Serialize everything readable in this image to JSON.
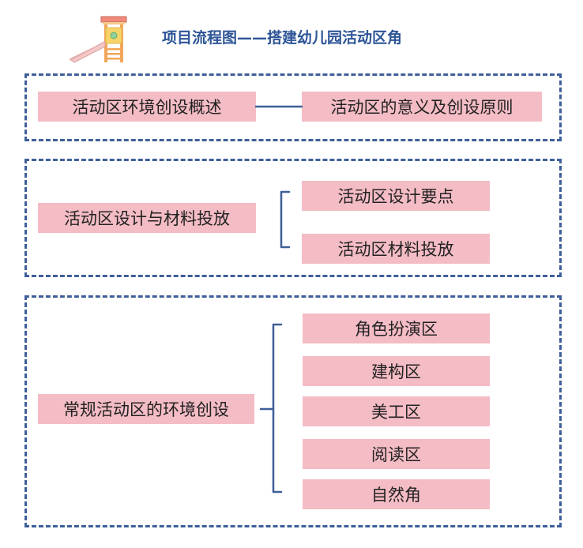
{
  "header": {
    "title": "项目流程图——搭建幼儿园活动区角"
  },
  "colors": {
    "accent": "#2e5597",
    "box_fill": "#f4bcc5",
    "border": "#3f5f9a",
    "connector": "#3e5f98"
  },
  "sections": [
    {
      "main": "活动区环境创设概述",
      "items": [
        "活动区的意义及创设原则"
      ]
    },
    {
      "main": "活动区设计与材料投放",
      "items": [
        "活动区设计要点",
        "活动区材料投放"
      ]
    },
    {
      "main": "常规活动区的环境创设",
      "items": [
        "角色扮演区",
        "建构区",
        "美工区",
        "阅读区",
        "自然角"
      ]
    }
  ]
}
